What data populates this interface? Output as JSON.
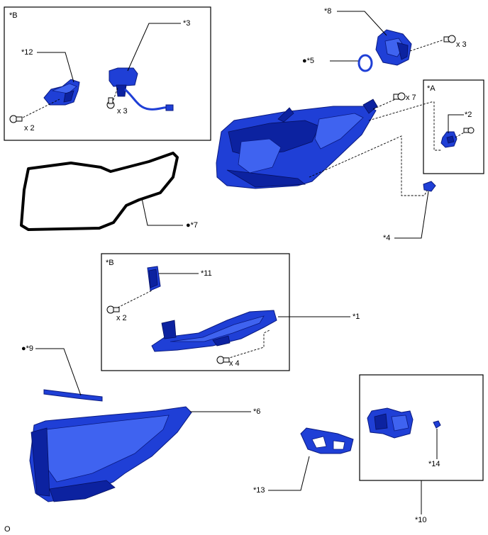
{
  "labels": {
    "box_b_top": "*B",
    "p12": "*12",
    "p3": "*3",
    "x3_a": "x 3",
    "x2_a": "x 2",
    "p8": "*8",
    "x3_b": "x 3",
    "p5": "●*5",
    "x7": "x 7",
    "box_a": "*A",
    "p2": "*2",
    "p4": "*4",
    "p7": "●*7",
    "box_b_mid": "*B",
    "p11": "*11",
    "x2_b": "x 2",
    "p1": "*1",
    "x4": "x 4",
    "p9": "●*9",
    "p6": "*6",
    "p13": "*13",
    "p14": "*14",
    "p10": "*10",
    "corner": "O"
  },
  "colors": {
    "part_blue": "#1f3fd6",
    "part_light": "#3f63f0",
    "part_dark": "#0c22a0"
  }
}
